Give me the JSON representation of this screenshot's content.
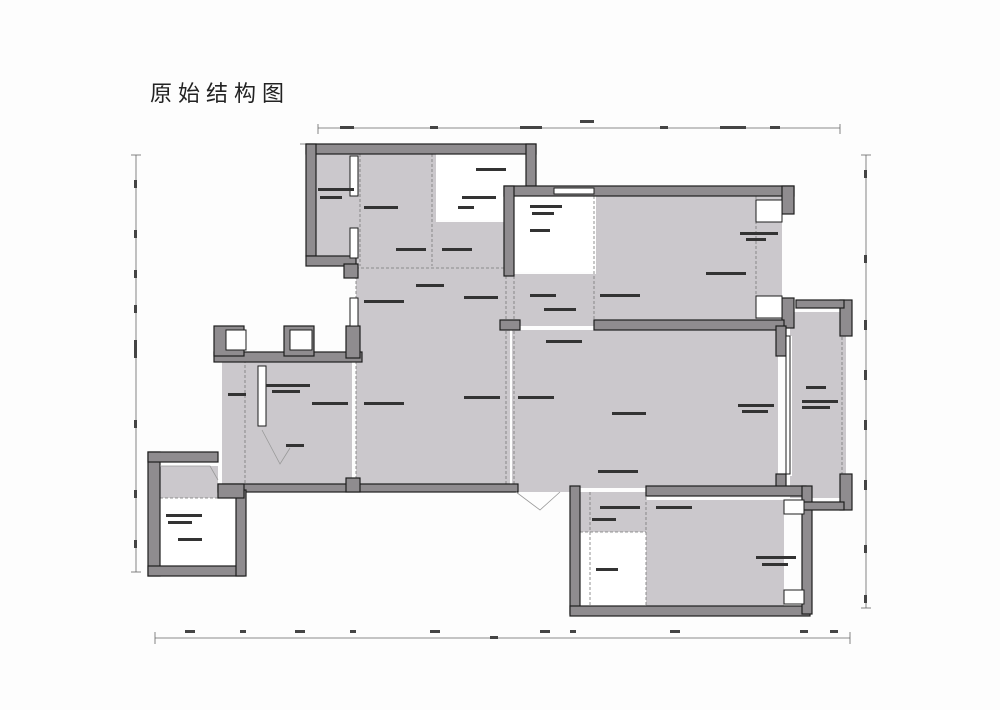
{
  "title": "原始结构图",
  "colors": {
    "background": "#fdfdfd",
    "room_fill": "#cbc8cc",
    "wall_fill": "#8f8c8f",
    "wall_outline": "#1e1e1e",
    "white_area": "#ffffff",
    "dimension_line": "#555555"
  },
  "diagram": {
    "type": "floor_plan",
    "description": "Original structural floor plan of an apartment with multiple rooms, grey-shaded floor areas, thick walls, and dimension lines on all four sides."
  }
}
